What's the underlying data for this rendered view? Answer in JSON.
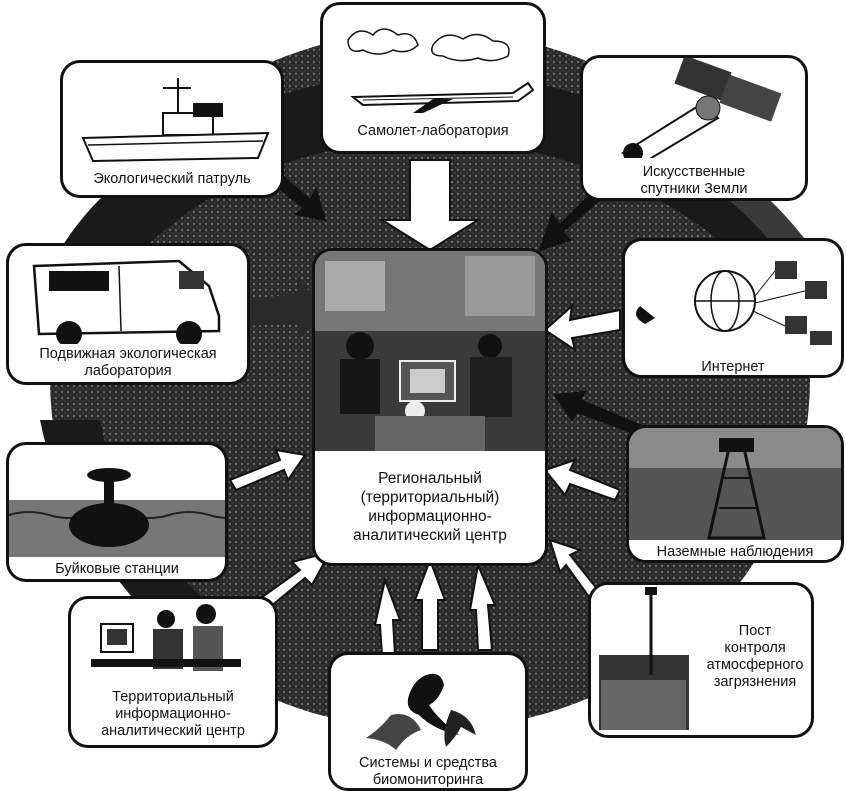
{
  "diagram": {
    "center": {
      "label": "Региональный\n(территориальный)\nинформационно-\nаналитический центр",
      "picture": "office-people-at-computers"
    },
    "nodes": [
      {
        "id": "airplane",
        "label": "Самолет-лаборатория",
        "picture": "airplane-icon"
      },
      {
        "id": "eco_patrol",
        "label": "Экологический патруль",
        "picture": "boat-icon"
      },
      {
        "id": "satellites",
        "label": "Искусственные\nспутники Земли",
        "picture": "satellite-icon"
      },
      {
        "id": "mobile_lab",
        "label": "Подвижная экологическая\nлаборатория",
        "picture": "van-icon"
      },
      {
        "id": "internet",
        "label": "Интернет",
        "picture": "globe-network-icon"
      },
      {
        "id": "buoys",
        "label": "Буйковые станции",
        "picture": "buoy-icon"
      },
      {
        "id": "ground",
        "label": "Наземные наблюдения",
        "picture": "tower-icon"
      },
      {
        "id": "territorial",
        "label": "Территориальный\nинформационно-\nаналитический центр",
        "picture": "people-computer-icon"
      },
      {
        "id": "biomonitoring",
        "label": "Системы и средства\nбиомониторинга",
        "picture": "birds-icon"
      },
      {
        "id": "air_post",
        "label": "Пост\nконтроля\nатмосферного\nзагрязнения",
        "picture": "post-icon"
      }
    ]
  },
  "colors": {
    "ink": "#111111",
    "paper": "#ffffff",
    "grey": "#6a6a6a"
  }
}
